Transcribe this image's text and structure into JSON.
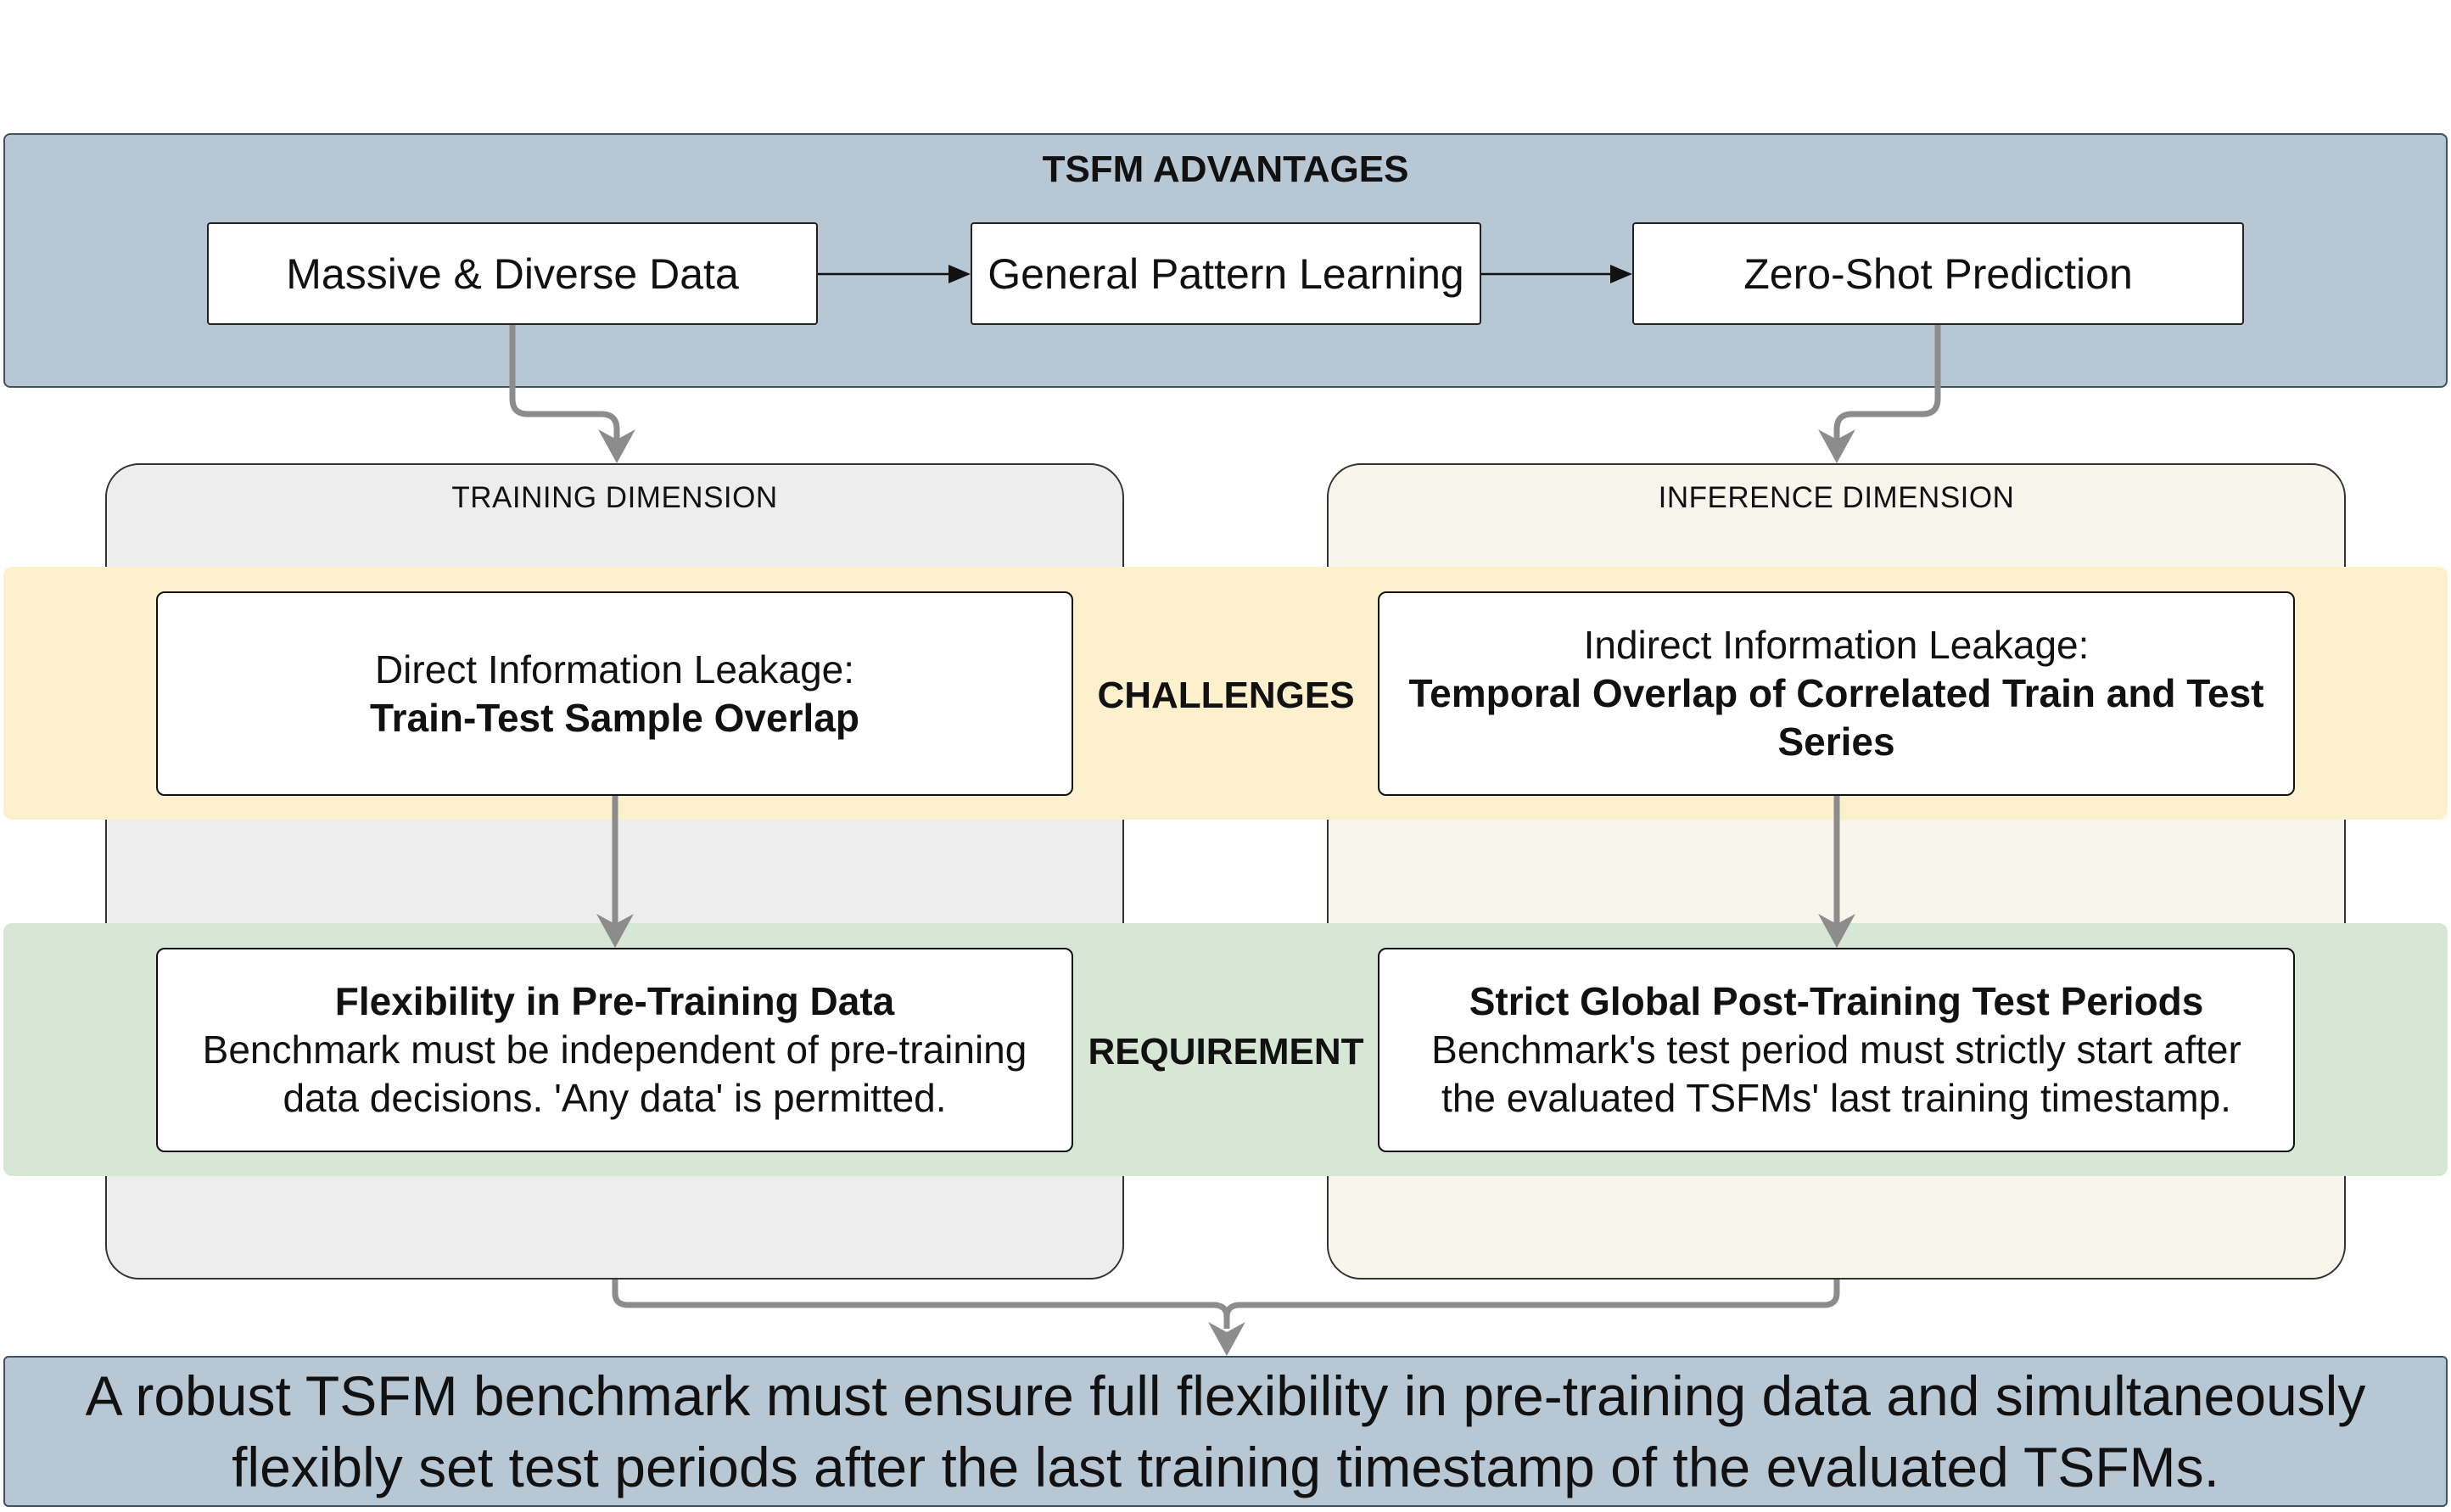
{
  "advantages": {
    "title": "TSFM ADVANTAGES",
    "steps": [
      "Massive & Diverse Data",
      "General Pattern Learning",
      "Zero-Shot Prediction"
    ]
  },
  "dimensions": {
    "training": {
      "title": "TRAINING DIMENSION"
    },
    "inference": {
      "title": "INFERENCE DIMENSION"
    }
  },
  "challenges": {
    "label": "CHALLENGES",
    "training": {
      "line1": "Direct Information Leakage:",
      "bold": "Train-Test Sample Overlap"
    },
    "inference": {
      "line1": "Indirect Information Leakage:",
      "bold": "Temporal Overlap of Correlated Train and Test Series"
    }
  },
  "requirement": {
    "label": "REQUIREMENT",
    "training": {
      "bold": "Flexibility in Pre-Training Data",
      "line2": "Benchmark must be independent of pre-training",
      "line3": "data decisions. 'Any data' is permitted."
    },
    "inference": {
      "bold": "Strict Global Post-Training Test Periods",
      "line2": "Benchmark's test period must strictly start after",
      "line3": "the evaluated TSFMs' last training timestamp."
    }
  },
  "conclusion": {
    "line1": "A robust TSFM benchmark must ensure full flexibility in pre-training data and simultaneously",
    "line2": "flexibly set test periods after the last training timestamp of the evaluated TSFMs."
  },
  "colors": {
    "advantages_fill": "#b8c7d4",
    "training_fill": "#ededed",
    "inference_fill": "#f7f5ec",
    "challenges_band": "#fdf0cc",
    "requirement_band": "#d6e7d5",
    "connector": "#8c8c8c"
  }
}
